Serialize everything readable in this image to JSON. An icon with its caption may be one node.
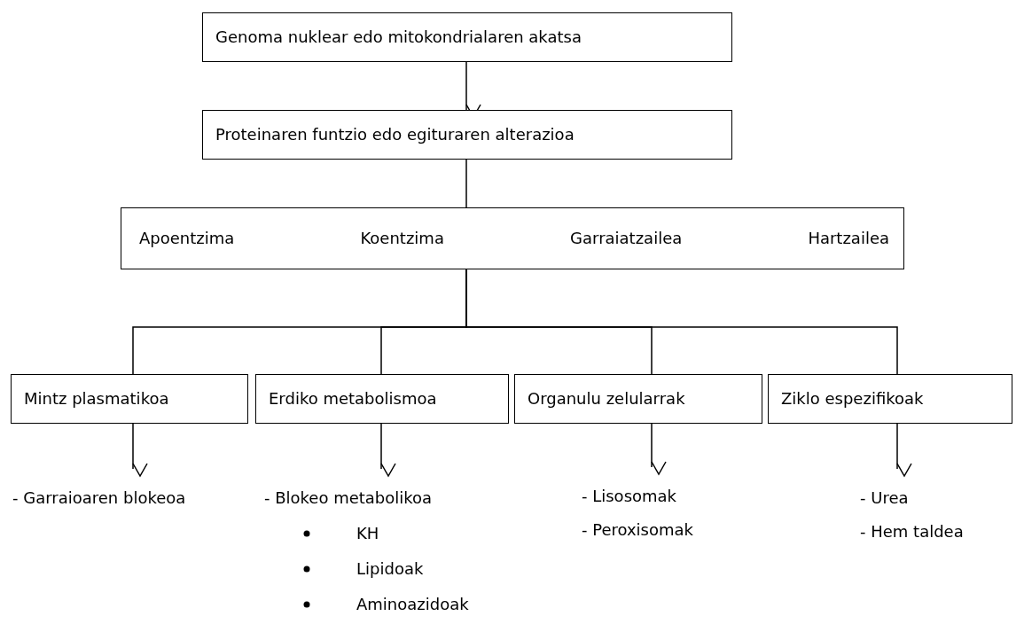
{
  "diagram": {
    "nodes": [
      {
        "text": [
          "Genoma nuklear edo mitokondrialaren akatsa"
        ]
      },
      {
        "text": [
          "Proteinaren funtzio edo egituraren alterazioa"
        ]
      },
      {
        "text": [
          "Apoentzima",
          "Koentzima",
          "Garraiatzailea",
          "Hartzailea"
        ]
      },
      {
        "text": [
          "Mintz plasmatikoa"
        ]
      },
      {
        "text": [
          "Erdiko metabolismoa"
        ]
      },
      {
        "text": [
          "Organulu zelularrak"
        ]
      },
      {
        "text": [
          "Ziklo espezifikoak"
        ]
      },
      {
        "text": [
          "- Garraioaren blokeoa"
        ]
      },
      {
        "text": [
          "- Blokeo metabolikoa",
          "KH",
          "Lipidoak",
          "Aminoazidoak"
        ]
      },
      {
        "text": [
          "- Lisosomak",
          "- Peroxisomak"
        ]
      },
      {
        "text": [
          "- Urea",
          "- Hem taldea"
        ]
      }
    ],
    "edges": [
      {
        "from": 0,
        "to": 1,
        "arrow": "to"
      },
      {
        "from": 1,
        "to": 2,
        "arrow": "none"
      },
      {
        "from": 2,
        "to": 3,
        "arrow": "none"
      },
      {
        "from": 2,
        "to": 4,
        "arrow": "none"
      },
      {
        "from": 2,
        "to": 5,
        "arrow": "none"
      },
      {
        "from": 2,
        "to": 6,
        "arrow": "none"
      },
      {
        "from": 3,
        "to": 7,
        "arrow": "to"
      },
      {
        "from": 4,
        "to": 8,
        "arrow": "to"
      },
      {
        "from": 5,
        "to": 9,
        "arrow": "to"
      },
      {
        "from": 6,
        "to": 10,
        "arrow": "to"
      }
    ]
  }
}
